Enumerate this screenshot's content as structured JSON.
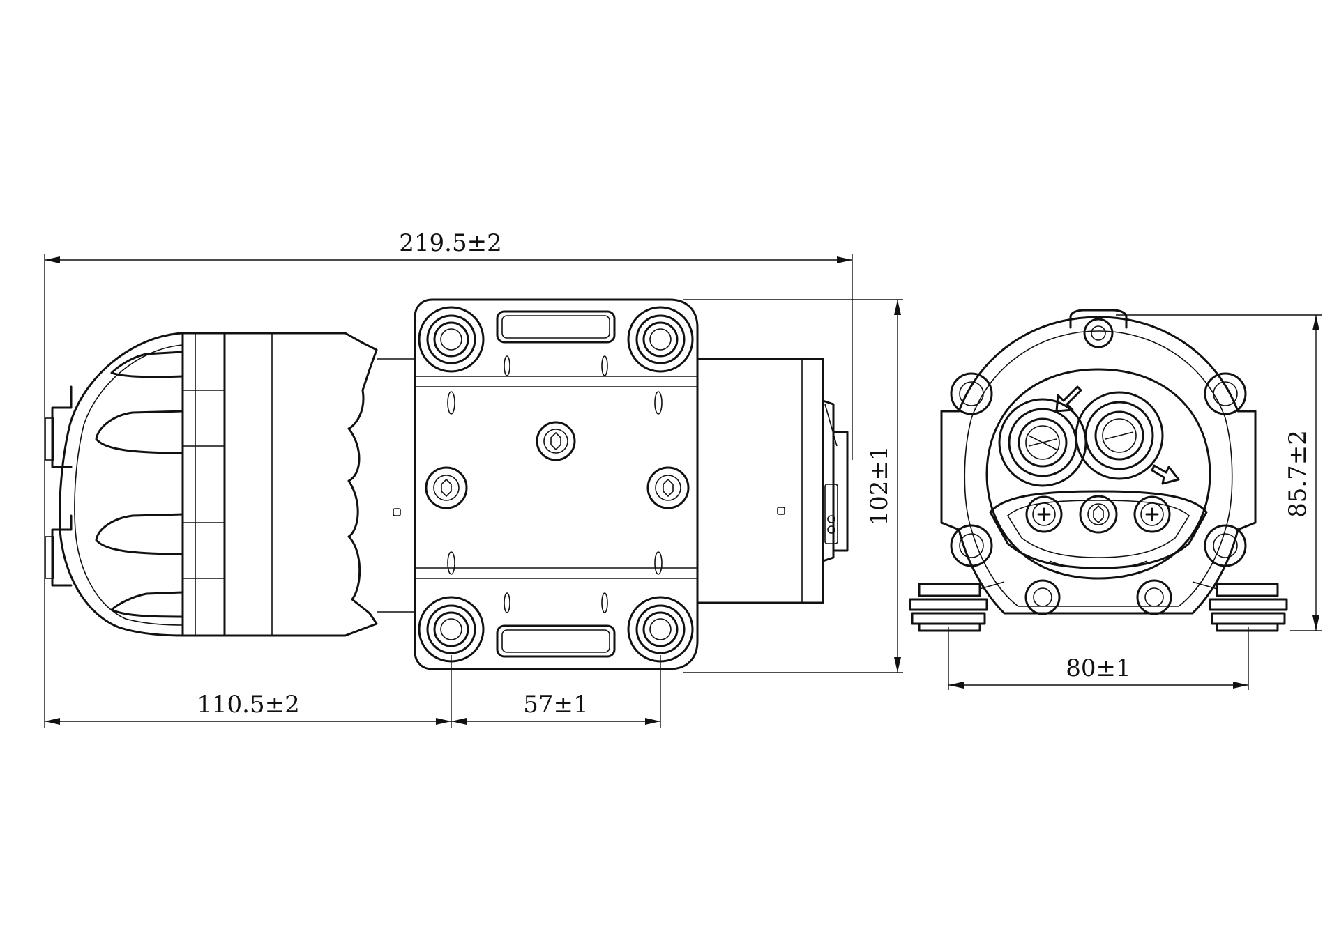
{
  "dimensions": {
    "overall_length": "219.5±2",
    "front_length": "110.5±2",
    "mount_spacing": "57±1",
    "height": "102±1",
    "end_height": "85.7±2",
    "end_mount_spacing": "80±1"
  },
  "colors": {
    "line": "#111111",
    "background": "#ffffff"
  }
}
